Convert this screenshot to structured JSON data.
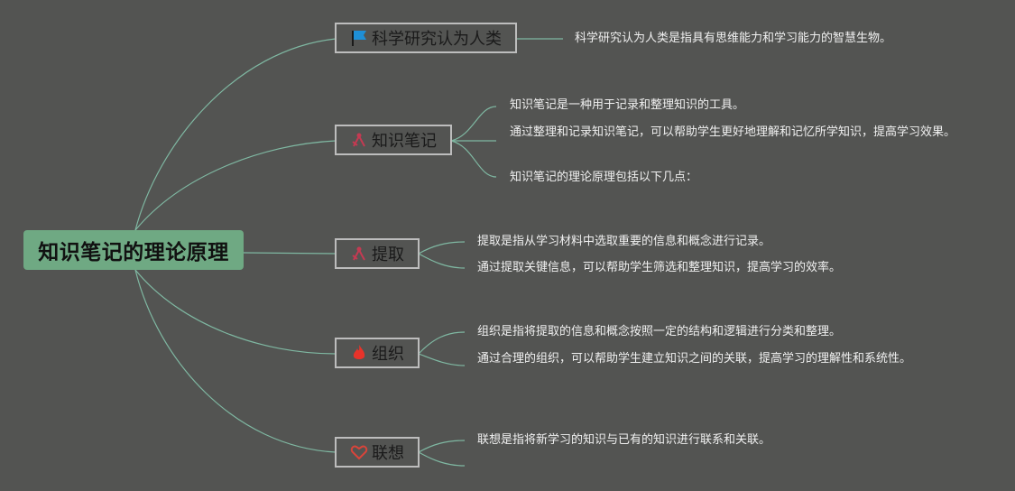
{
  "root": {
    "label": "知识笔记的理论原理"
  },
  "topics": [
    {
      "label": "科学研究认为人类",
      "icon": "flag-icon",
      "icon_color": "#1e8fd6",
      "leaves": [
        "科学研究认为人类是指具有思维能力和学习能力的智慧生物。"
      ]
    },
    {
      "label": "知识笔记",
      "icon": "tools-icon",
      "icon_color": "#c43a52",
      "leaves": [
        "知识笔记是一种用于记录和整理知识的工具。",
        "通过整理和记录知识笔记，可以帮助学生更好地理解和记忆所学知识，提高学习效果。",
        "知识笔记的理论原理包括以下几点："
      ]
    },
    {
      "label": "提取",
      "icon": "tools-icon",
      "icon_color": "#c43a52",
      "leaves": [
        "提取是指从学习材料中选取重要的信息和概念进行记录。",
        "通过提取关键信息，可以帮助学生筛选和整理知识，提高学习的效率。"
      ]
    },
    {
      "label": "组织",
      "icon": "fire-icon",
      "icon_color": "#e8332a",
      "leaves": [
        "组织是指将提取的信息和概念按照一定的结构和逻辑进行分类和整理。",
        "通过合理的组织，可以帮助学生建立知识之间的关联，提高学习的理解性和系统性。"
      ]
    },
    {
      "label": "联想",
      "icon": "heart-icon",
      "icon_color": "#d9443a",
      "leaves": [
        "联想是指将新学习的知识与已有的知识进行联系和关联。"
      ]
    }
  ],
  "colors": {
    "background": "#535452",
    "root_fill": "#6fa983",
    "connector": "#7fb8a2",
    "topic_border": "#bdbdbd"
  }
}
